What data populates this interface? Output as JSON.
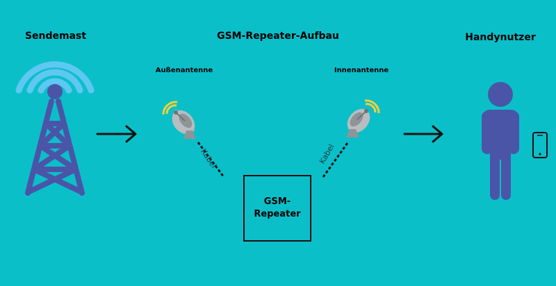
{
  "labels": {
    "mast": "Sendemast",
    "title": "GSM-Repeater-Aufbau",
    "user": "Handynutzer",
    "outer_antenna": "Außenantenne",
    "inner_antenna": "Innenantenne",
    "repeater": "GSM-\nRepeater",
    "cable_left": "Kabel",
    "cable_right": "Kabel"
  },
  "colors": {
    "background": "#0bbfc9",
    "tower": "#4a55a8",
    "signal_arcs": "#5ec8f2",
    "person": "#4a55a8",
    "dish": "#a4a9ab",
    "dish_signal": "#f0d13a",
    "line": "#111111"
  },
  "icons": {
    "tower": "radio-tower-icon",
    "outer_antenna": "satellite-dish-icon",
    "inner_antenna": "satellite-dish-icon",
    "user": "person-icon",
    "phone": "smartphone-icon",
    "arrow": "arrow-right-icon"
  }
}
